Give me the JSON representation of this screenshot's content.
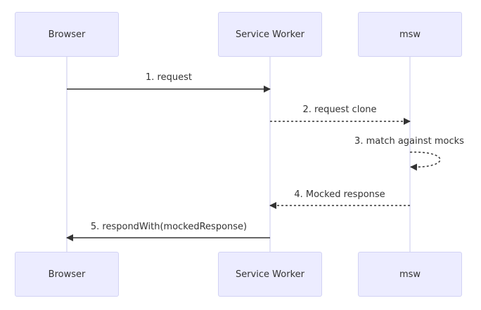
{
  "actors": [
    {
      "id": "browser",
      "label": "Browser"
    },
    {
      "id": "sw",
      "label": "Service Worker"
    },
    {
      "id": "msw",
      "label": "msw"
    }
  ],
  "messages": [
    {
      "from": "browser",
      "to": "sw",
      "label": "1. request",
      "style": "solid"
    },
    {
      "from": "sw",
      "to": "msw",
      "label": "2. request clone",
      "style": "dashed"
    },
    {
      "from": "msw",
      "to": "msw",
      "label": "3. match against mocks",
      "style": "dashed"
    },
    {
      "from": "msw",
      "to": "sw",
      "label": "4. Mocked response",
      "style": "dashed"
    },
    {
      "from": "sw",
      "to": "browser",
      "label": "5. respondWith(mockedResponse)",
      "style": "solid"
    }
  ],
  "colors": {
    "actor_fill": "#ececff",
    "actor_border": "#d2d2f4",
    "lifeline": "#c8c8ee",
    "arrow": "#333333",
    "text": "#333333"
  }
}
